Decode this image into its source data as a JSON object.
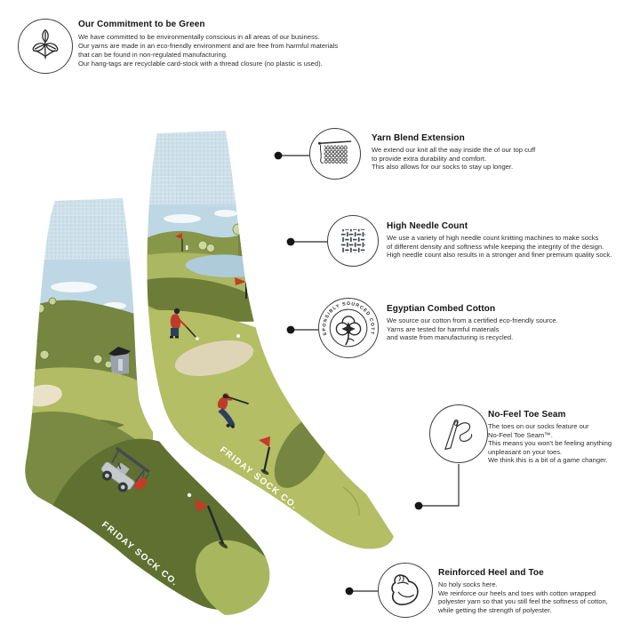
{
  "brand": {
    "sock_text": "FRIDAY SOCK CO."
  },
  "commitment": {
    "title": "Our Commitment to be Green",
    "lines": [
      "We have committed to be environmentally conscious in all areas of our business.",
      "Our yarns are made in an eco-friendly environment and are free from harmful materials",
      "that can be found in non-regulated manufacturing.",
      "Our hang-tags are recyclable card-stock with a thread closure (no plastic is used)."
    ]
  },
  "features": [
    {
      "title": "Yarn Blend Extension",
      "lines": [
        "We extend our knit all the way inside the of our top cuff",
        "to provide extra durability and comfort.",
        "This also allows for our socks to stay up longer."
      ]
    },
    {
      "title": "High Needle Count",
      "lines": [
        "We use a variety of high needle count knitting machines to make socks",
        "of different density and softness while keeping the integrity of the design.",
        "High needle count also results in a stronger and finer premium quality sock."
      ]
    },
    {
      "title": "Egyptian Combed Cotton",
      "badge": "RESPONSIBLY SOURCED COTTON",
      "lines": [
        "We source our cotton from a certified eco-friendly source.",
        "Yarns are tested for harmful materials",
        "and waste from manufacturing is recycled."
      ]
    },
    {
      "title": "No-Feel Toe Seam",
      "lines": [
        "The toes on our socks feature our",
        "No-Feel Toe Seam™.",
        "This means you won't be feeling anything",
        "unpleasant on your toes.",
        "We think this is a bit of a game changer."
      ]
    },
    {
      "title": "Reinforced Heel and Toe",
      "lines": [
        "No holy socks here.",
        "We reinforce our heels and toes with cotton wrapped",
        "polyester yarn so that you still feel the softness of cotton,",
        "while getting the strength of polyester."
      ]
    }
  ],
  "colors": {
    "cuff_blue": "#cfe1ea",
    "sky_blue": "#bdd7e5",
    "hill_olive": "#76853f",
    "hill_light": "#b2bc64",
    "fairway_yellow_green": "#b3be65",
    "dark_olive": "#5f7031",
    "sand": "#e7dfc5",
    "pond": "#aecbdb",
    "flag_red": "#c63a28",
    "golfer_navy": "#2d3e5f",
    "line_dark": "#2a2a2a"
  }
}
